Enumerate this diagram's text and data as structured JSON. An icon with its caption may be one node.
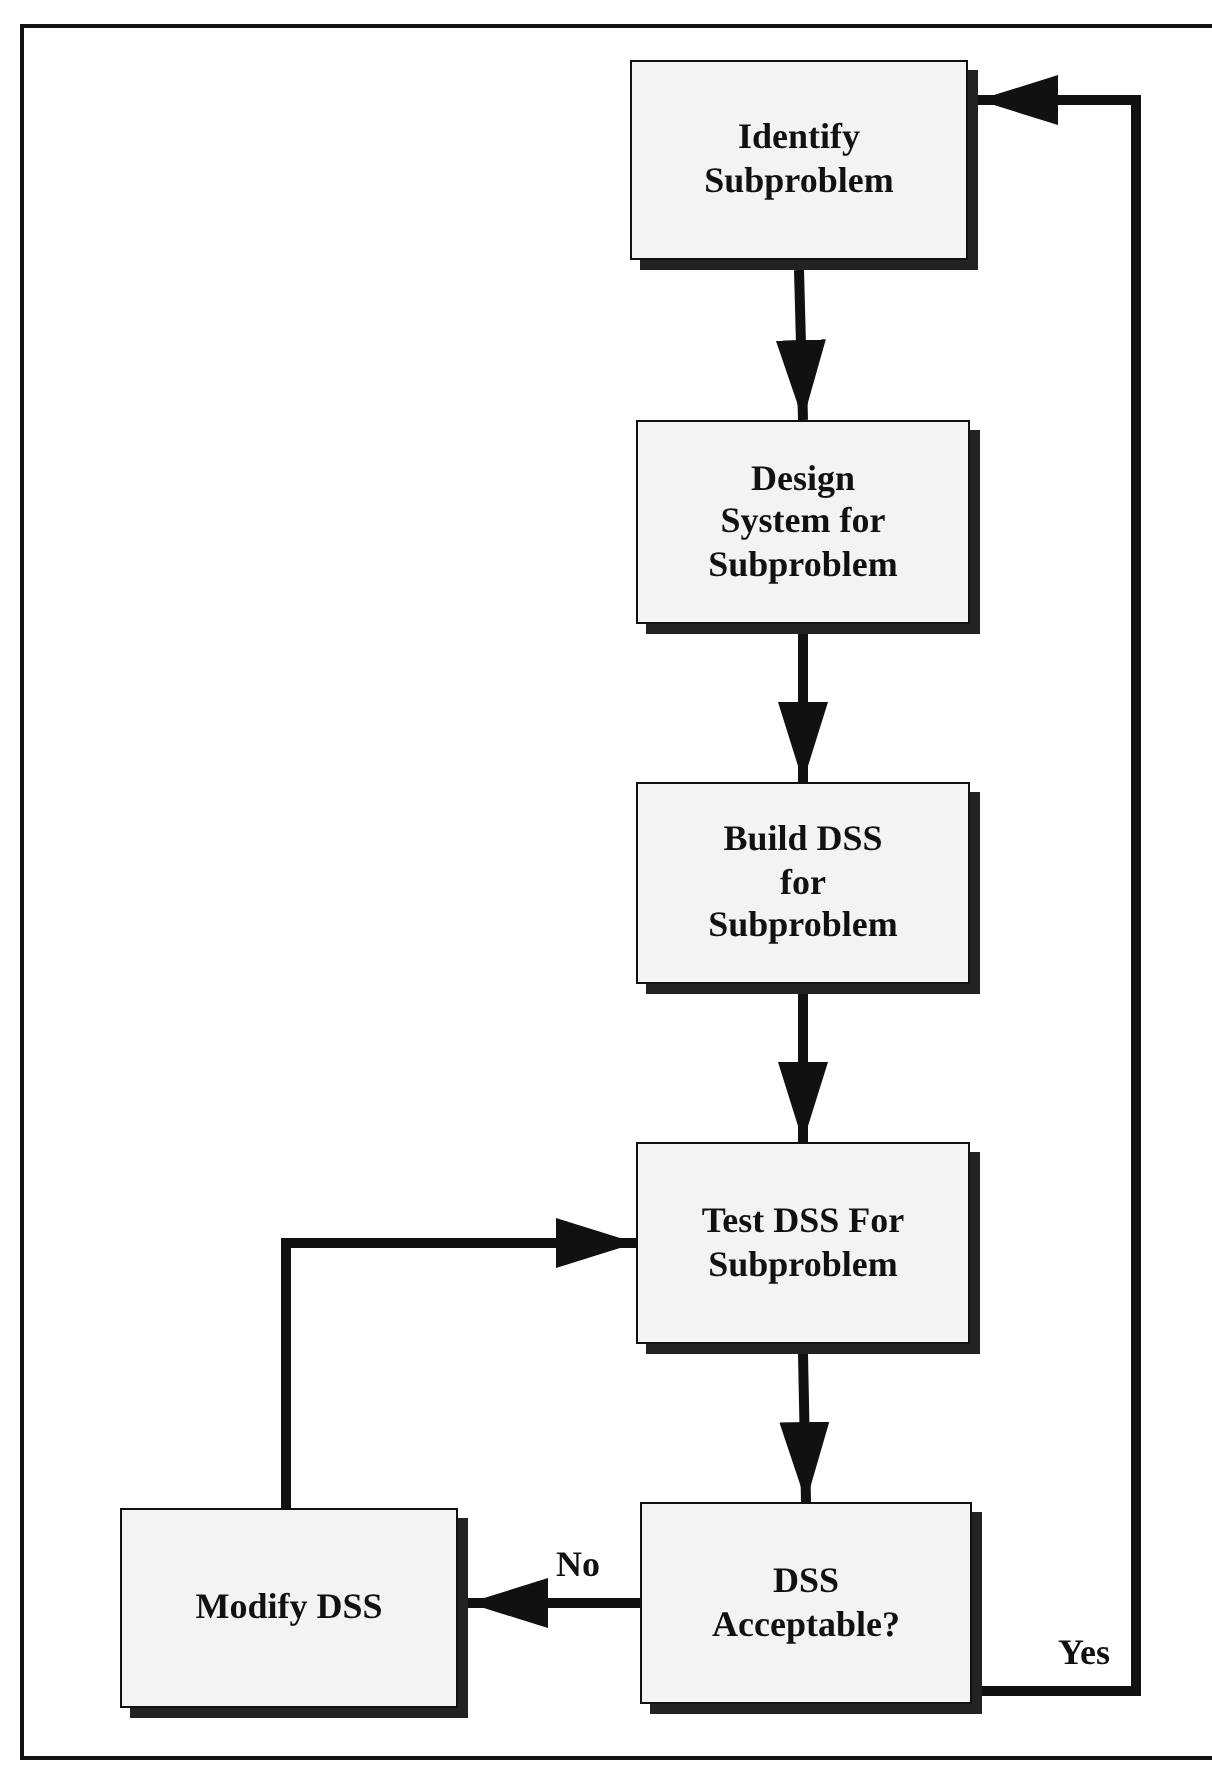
{
  "diagram": {
    "nodes": [
      {
        "text": [
          "Identify Subproblem"
        ]
      },
      {
        "text": [
          "Design System for Subproblem"
        ]
      },
      {
        "text": [
          "Build DSS for Subproblem"
        ]
      },
      {
        "text": [
          "Test DSS For Subproblem"
        ]
      },
      {
        "text": [
          "DSS Acceptable?"
        ]
      },
      {
        "text": [
          "Modify DSS"
        ]
      }
    ],
    "edges": [
      {
        "from": 0,
        "to": 1,
        "arrow": "to"
      },
      {
        "from": 1,
        "to": 2,
        "arrow": "to"
      },
      {
        "from": 2,
        "to": 3,
        "arrow": "to"
      },
      {
        "from": 3,
        "to": 4,
        "arrow": "to"
      },
      {
        "from": 4,
        "to": 5,
        "arrow": "to",
        "label": "No"
      },
      {
        "from": 4,
        "to": 0,
        "arrow": "to",
        "label": "Yes"
      },
      {
        "from": 5,
        "to": 3,
        "arrow": "to"
      }
    ]
  }
}
